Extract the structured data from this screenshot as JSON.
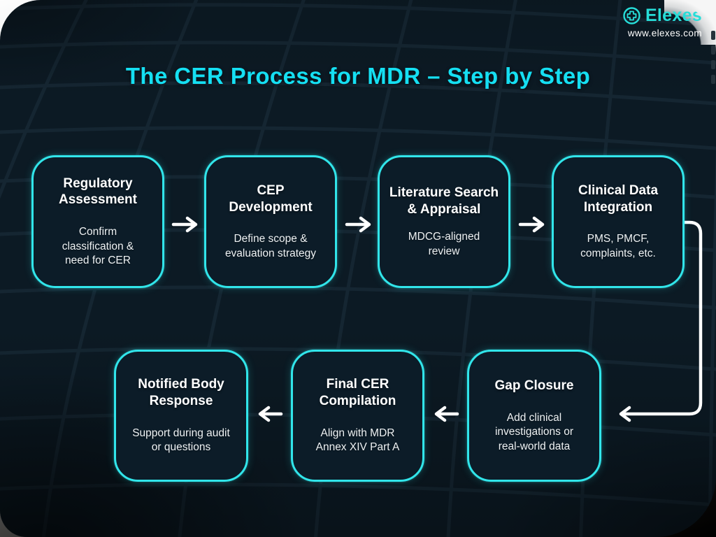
{
  "brand": {
    "name": "Elexes",
    "website": "www.elexes.com",
    "logo_icon": "medical-cross-circle-icon"
  },
  "title": "The CER Process for MDR – Step by Step",
  "steps": [
    {
      "title": "Regulatory Assessment",
      "description": "Confirm classification & need for CER"
    },
    {
      "title": "CEP Development",
      "description": "Define scope & evaluation strategy"
    },
    {
      "title": "Literature Search & Appraisal",
      "description": "MDCG-aligned review"
    },
    {
      "title": "Clinical Data Integration",
      "description": "PMS, PMCF, complaints, etc."
    },
    {
      "title": "Gap Closure",
      "description": "Add clinical investigations or real-world data"
    },
    {
      "title": "Final CER Compilation",
      "description": "Align with MDR Annex XIV Part A"
    },
    {
      "title": "Notified Body Response",
      "description": "Support during audit or questions"
    }
  ],
  "flow": {
    "row1_direction": "left-to-right",
    "row2_direction": "right-to-left",
    "arrow_glyph_right": "→",
    "arrow_glyph_left": "←"
  },
  "colors": {
    "panel_background": "#0c1a24",
    "box_fill": "#0c1c28",
    "accent_cyan": "#31e5ea",
    "title_cyan": "#15dff2",
    "brand_teal": "#27ddd8",
    "text_white": "#ffffff",
    "connector_white": "#ffffff",
    "grid_line": "#1f3240"
  }
}
